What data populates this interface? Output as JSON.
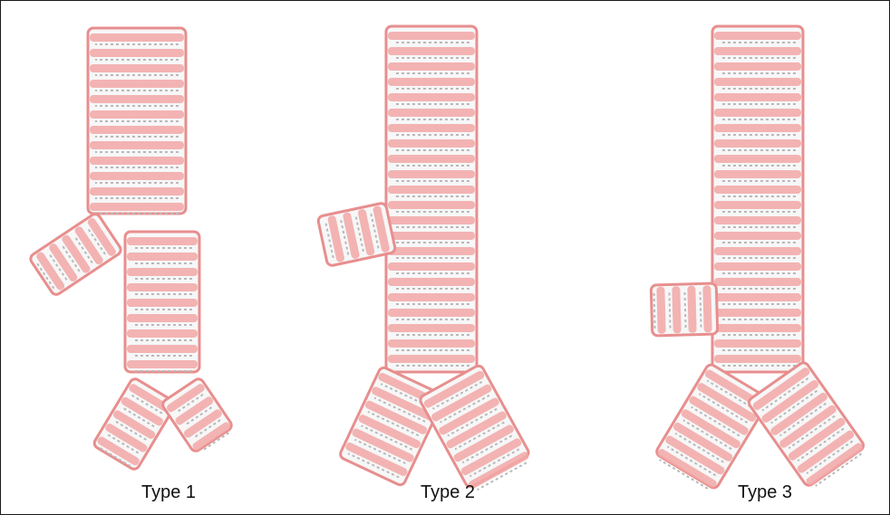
{
  "figure": {
    "panels": [
      {
        "label": "Type 1"
      },
      {
        "label": "Type 2"
      },
      {
        "label": "Type 3"
      }
    ]
  },
  "colors": {
    "ring": "#f2a7a7",
    "ring_dark": "#e88e8e",
    "gap": "#f7f7f7",
    "shadow": "#b9b9b9"
  }
}
